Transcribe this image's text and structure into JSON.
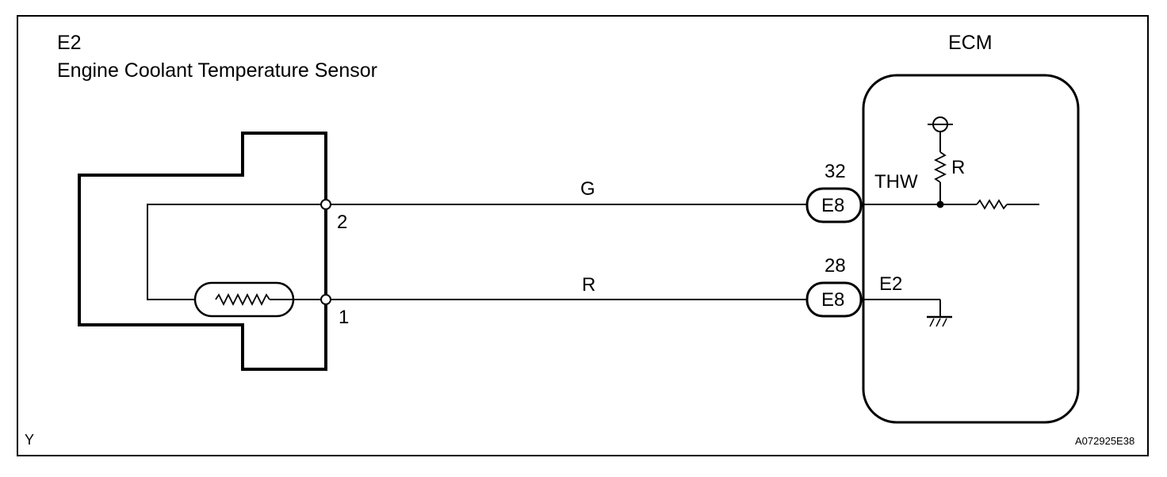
{
  "sensor": {
    "code": "E2",
    "name": "Engine Coolant Temperature Sensor",
    "terminal_signal": "2",
    "terminal_ground": "1"
  },
  "ecm": {
    "label": "ECM",
    "signal_terminal": "THW",
    "ground_terminal": "E2",
    "pullup_resistor": "R"
  },
  "wires": {
    "signal_color": "G",
    "ground_color": "R"
  },
  "connectors": {
    "signal": {
      "pin": "32",
      "code": "E8"
    },
    "ground": {
      "pin": "28",
      "code": "E8"
    }
  },
  "footer": {
    "left_mark": "Y",
    "figure_id": "A072925E38"
  }
}
